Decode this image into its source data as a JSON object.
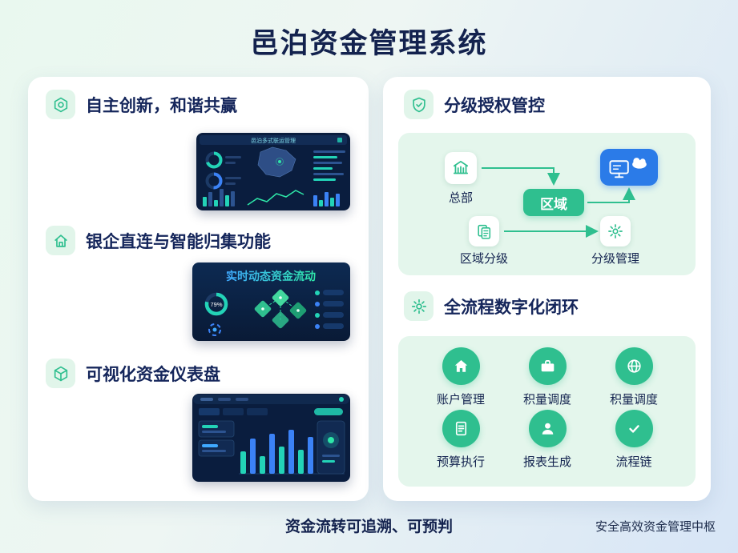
{
  "title": "邑泊资金管理系统",
  "footer": {
    "center": "资金流转可追溯、可预判",
    "right": "安全高效资金管理中枢"
  },
  "left_card": {
    "section1": {
      "heading": "自主创新，和谐共赢"
    },
    "section2": {
      "heading": "银企直连与智能归集功能"
    },
    "section3": {
      "heading": "可视化资金仪表盘"
    },
    "dash1": {
      "header": "邑泊多式联运管理"
    },
    "dash2": {
      "title": "实时动态资金流动",
      "gauge": "79%"
    }
  },
  "right_card": {
    "section1": {
      "heading": "分级授权管控"
    },
    "section2": {
      "heading": "全流程数字化闭环"
    },
    "flow": {
      "hq": "总部",
      "region": "区域",
      "region_grade": "区域分级",
      "grade_mgmt": "分级管理"
    },
    "grid": [
      {
        "label": "账户管理"
      },
      {
        "label": "积量调度"
      },
      {
        "label": "积量调度"
      },
      {
        "label": "预算执行"
      },
      {
        "label": "报表生成"
      },
      {
        "label": "流程链"
      }
    ]
  },
  "colors": {
    "accent_green": "#2FBF8F",
    "accent_blue": "#2B7BE8",
    "dashboard_bg": "#0A1D3E",
    "panel_green": "#E4F6EC"
  }
}
